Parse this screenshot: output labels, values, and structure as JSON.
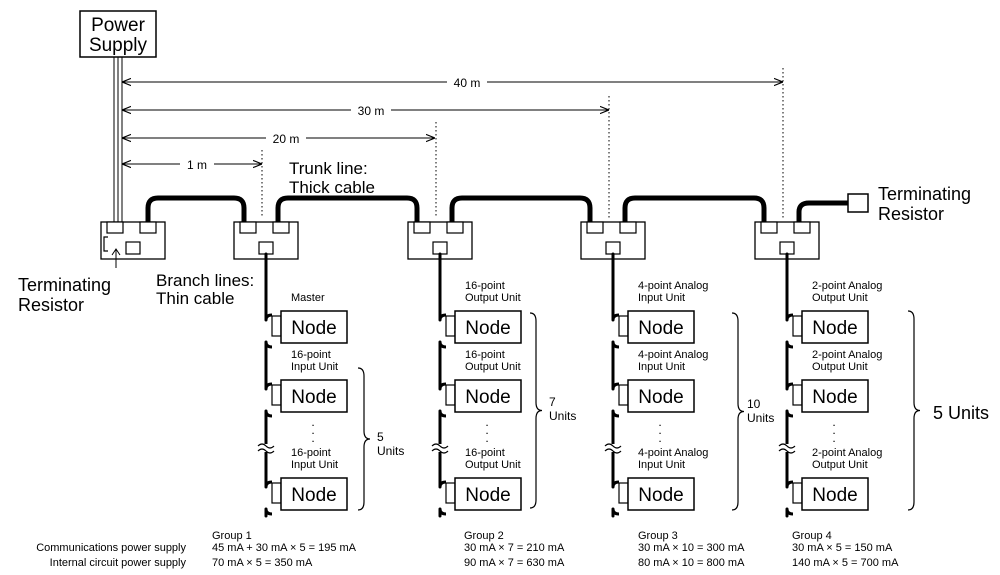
{
  "power_supply": {
    "line1": "Power",
    "line2": "Supply"
  },
  "distances": [
    "40 m",
    "30 m",
    "20 m",
    "1 m"
  ],
  "trunk_label": {
    "line1": "Trunk line:",
    "line2": "Thick cable"
  },
  "branch_label": {
    "line1": "Branch lines:",
    "line2": "Thin cable"
  },
  "left_resistor": {
    "line1": "Terminating",
    "line2": "Resistor"
  },
  "right_resistor": {
    "line1": "Terminating",
    "line2": "Resistor"
  },
  "node_label": "Node",
  "ellipsis": ".",
  "groups": [
    {
      "top_label": [
        "Master"
      ],
      "mid_label": [
        "16-point",
        "Input Unit"
      ],
      "bottom_label": [
        "16-point",
        "Input Unit"
      ],
      "count": [
        "5",
        "Units"
      ],
      "name": "Group 1",
      "comm": "45 mA + 30 mA × 5 = 195 mA",
      "internal": "70 mA × 5 = 350 mA"
    },
    {
      "top_label": [
        "16-point",
        "Output Unit"
      ],
      "mid_label": [
        "16-point",
        "Output Unit"
      ],
      "bottom_label": [
        "16-point",
        "Output Unit"
      ],
      "count": [
        "7",
        "Units"
      ],
      "name": "Group 2",
      "comm": "30 mA × 7 = 210 mA",
      "internal": "90 mA × 7 = 630 mA"
    },
    {
      "top_label": [
        "4-point Analog",
        "Input Unit"
      ],
      "mid_label": [
        "4-point Analog",
        "Input Unit"
      ],
      "bottom_label": [
        "4-point Analog",
        "Input Unit"
      ],
      "count": [
        "10",
        "Units"
      ],
      "name": "Group 3",
      "comm": "30 mA × 10 = 300 mA",
      "internal": "80 mA × 10 = 800 mA"
    },
    {
      "top_label": [
        "2-point Analog",
        "Output Unit"
      ],
      "mid_label": [
        "2-point Analog",
        "Output Unit"
      ],
      "bottom_label": [
        "2-point Analog",
        "Output Unit"
      ],
      "count": [
        "5 Units"
      ],
      "name": "Group 4",
      "comm": "30 mA × 5 = 150 mA",
      "internal": "140 mA × 5 = 700 mA"
    }
  ],
  "row_labels": {
    "comm": "Communications power supply",
    "internal": "Internal circuit power supply"
  }
}
